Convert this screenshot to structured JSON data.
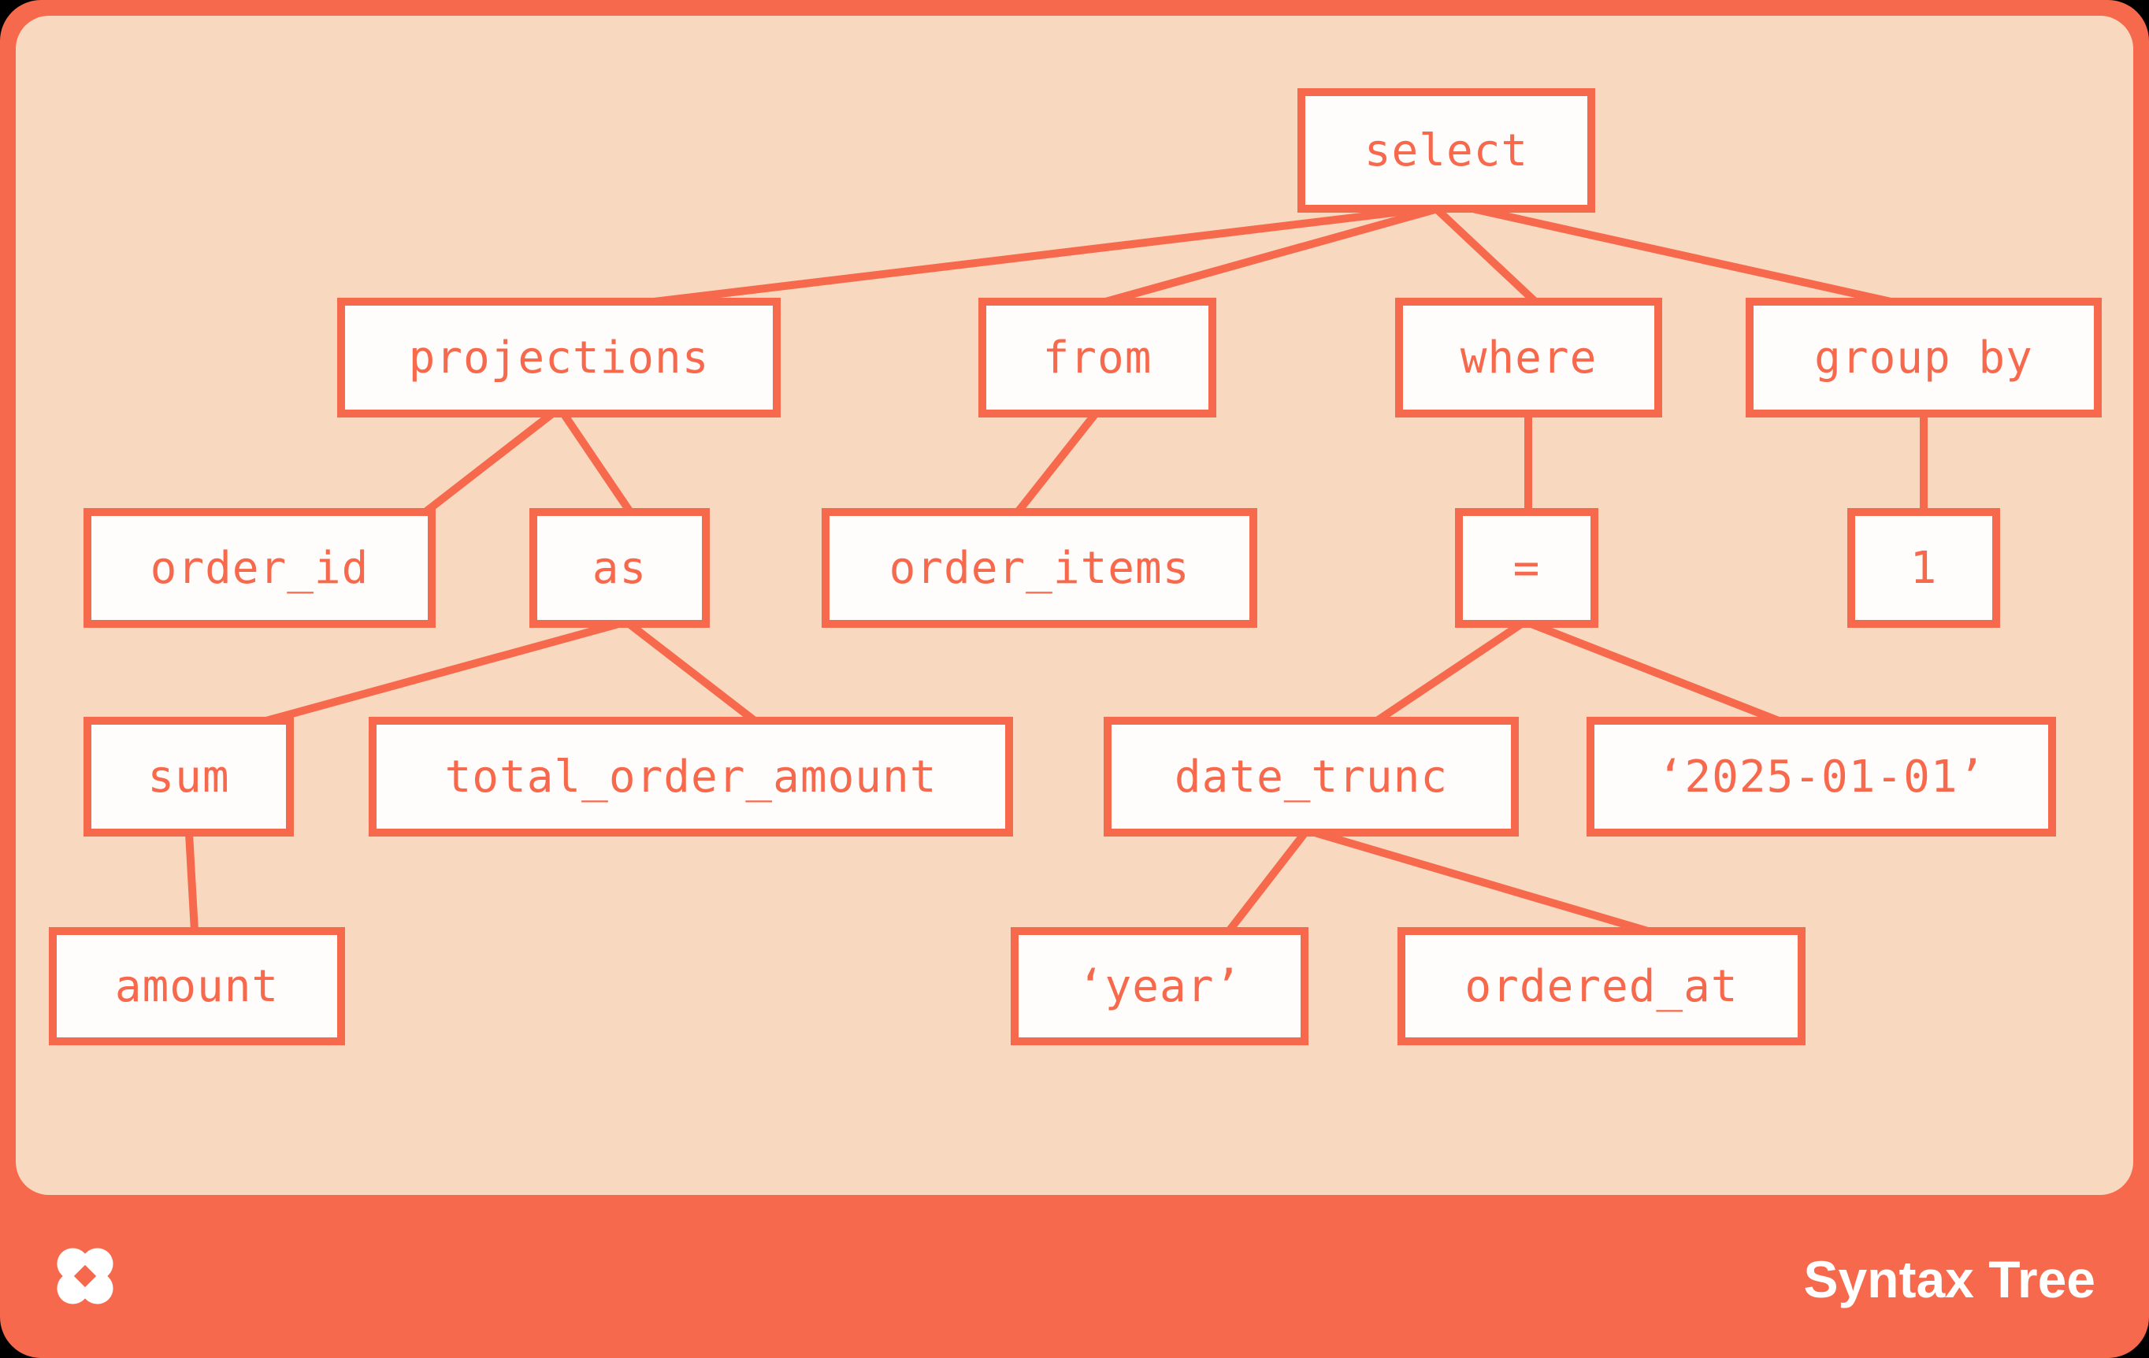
{
  "title": "Syntax Tree",
  "colors": {
    "coral": "#F7694C",
    "peach_card": "#F8D8BE",
    "node_background": "#FFFDFB",
    "node_text": "#F7694C",
    "footer_text": "#FFFFFF"
  },
  "nodes": {
    "select": "select",
    "projections": "projections",
    "from": "from",
    "where": "where",
    "group_by": "group by",
    "order_id": "order_id",
    "as": "as",
    "order_items": "order_items",
    "eq": "=",
    "one": "1",
    "sum": "sum",
    "total_order_amount": "total_order_amount",
    "date_trunc": "date_trunc",
    "date_literal": "‘2025-01-01’",
    "amount": "amount",
    "year_literal": "‘year’",
    "ordered_at": "ordered_at"
  },
  "tree": {
    "root": "select",
    "children": {
      "select": [
        "projections",
        "from",
        "where",
        "group by"
      ],
      "projections": [
        "order_id",
        "as"
      ],
      "as": [
        "sum",
        "total_order_amount"
      ],
      "sum": [
        "amount"
      ],
      "from": [
        "order_items"
      ],
      "where": [
        "="
      ],
      "=": [
        "date_trunc",
        "‘2025-01-01’"
      ],
      "date_trunc": [
        "‘year’",
        "ordered_at"
      ],
      "group by": [
        "1"
      ]
    }
  },
  "footer": {
    "title": "Syntax Tree",
    "logo": "dbt-pinwheel-logo"
  }
}
